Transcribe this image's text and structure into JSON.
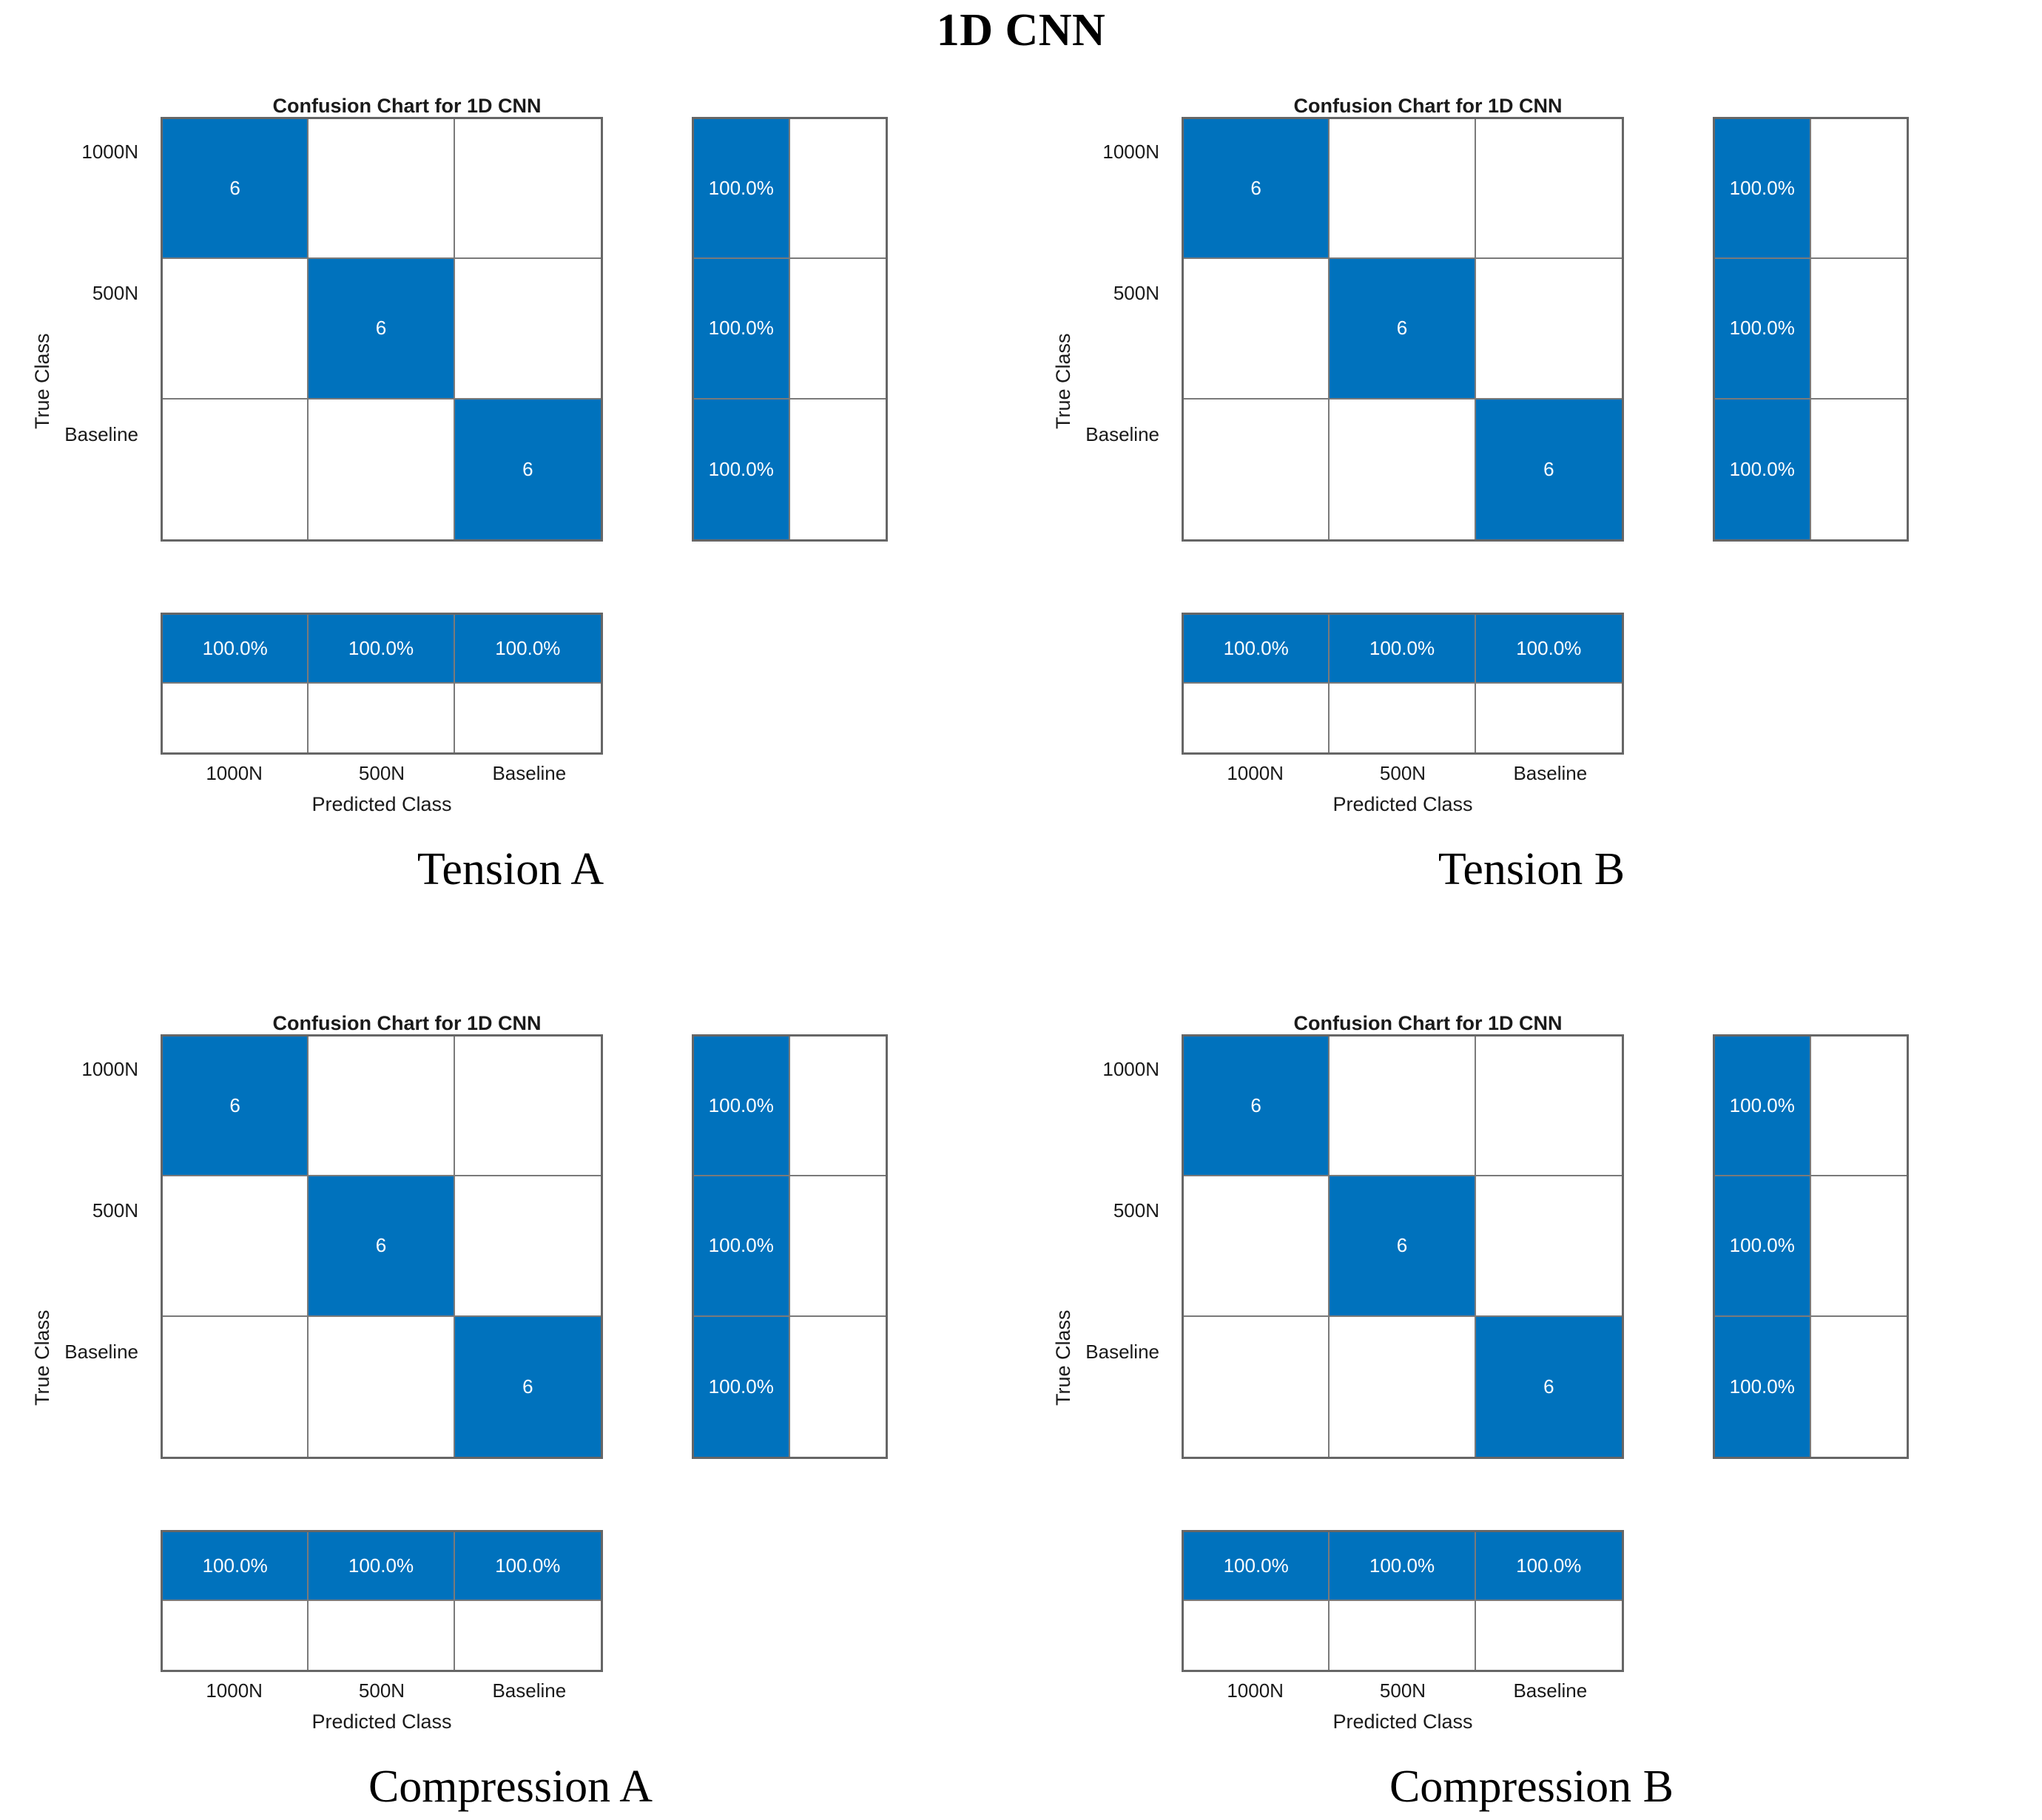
{
  "figure": {
    "title": "1D CNN",
    "background_color": "#ffffff",
    "accent_color": "#0072bd",
    "grid_line_color": "#7a7a7a",
    "outer_border_color": "#666666"
  },
  "chart_data": [
    {
      "type": "heatmap",
      "subtype": "confusion-matrix",
      "panel_caption": "Tension A",
      "title": "Confusion Chart for 1D CNN",
      "xlabel": "Predicted Class",
      "ylabel": "True Class",
      "classes": [
        "1000N",
        "500N",
        "Baseline"
      ],
      "x_tick_labels": [
        "1000N",
        "500N",
        "Baseline"
      ],
      "y_tick_labels": [
        "1000N",
        "500N",
        "Baseline"
      ],
      "matrix": [
        [
          6,
          0,
          0
        ],
        [
          0,
          6,
          0
        ],
        [
          0,
          0,
          6
        ]
      ],
      "matrix_text": [
        [
          "6",
          "",
          ""
        ],
        [
          "",
          "6",
          ""
        ],
        [
          "",
          "",
          "6"
        ]
      ],
      "recall_percent": [
        "100.0%",
        "100.0%",
        "100.0%"
      ],
      "recall_error_percent": [
        "",
        "",
        ""
      ],
      "precision_percent": [
        "100.0%",
        "100.0%",
        "100.0%"
      ],
      "precision_error_percent": [
        "",
        "",
        ""
      ],
      "total_per_class": 6,
      "overall_accuracy_percent": 100.0
    },
    {
      "type": "heatmap",
      "subtype": "confusion-matrix",
      "panel_caption": "Tension B",
      "title": "Confusion Chart for 1D CNN",
      "xlabel": "Predicted Class",
      "ylabel": "True Class",
      "classes": [
        "1000N",
        "500N",
        "Baseline"
      ],
      "x_tick_labels": [
        "1000N",
        "500N",
        "Baseline"
      ],
      "y_tick_labels": [
        "1000N",
        "500N",
        "Baseline"
      ],
      "matrix": [
        [
          6,
          0,
          0
        ],
        [
          0,
          6,
          0
        ],
        [
          0,
          0,
          6
        ]
      ],
      "matrix_text": [
        [
          "6",
          "",
          ""
        ],
        [
          "",
          "6",
          ""
        ],
        [
          "",
          "",
          "6"
        ]
      ],
      "recall_percent": [
        "100.0%",
        "100.0%",
        "100.0%"
      ],
      "recall_error_percent": [
        "",
        "",
        ""
      ],
      "precision_percent": [
        "100.0%",
        "100.0%",
        "100.0%"
      ],
      "precision_error_percent": [
        "",
        "",
        ""
      ],
      "total_per_class": 6,
      "overall_accuracy_percent": 100.0
    },
    {
      "type": "heatmap",
      "subtype": "confusion-matrix",
      "panel_caption": "Compression A",
      "title": "Confusion Chart for 1D CNN",
      "xlabel": "Predicted Class",
      "ylabel": "True Class",
      "classes": [
        "1000N",
        "500N",
        "Baseline"
      ],
      "x_tick_labels": [
        "1000N",
        "500N",
        "Baseline"
      ],
      "y_tick_labels": [
        "1000N",
        "500N",
        "Baseline"
      ],
      "matrix": [
        [
          6,
          0,
          0
        ],
        [
          0,
          6,
          0
        ],
        [
          0,
          0,
          6
        ]
      ],
      "matrix_text": [
        [
          "6",
          "",
          ""
        ],
        [
          "",
          "6",
          ""
        ],
        [
          "",
          "",
          "6"
        ]
      ],
      "recall_percent": [
        "100.0%",
        "100.0%",
        "100.0%"
      ],
      "recall_error_percent": [
        "",
        "",
        ""
      ],
      "precision_percent": [
        "100.0%",
        "100.0%",
        "100.0%"
      ],
      "precision_error_percent": [
        "",
        "",
        ""
      ],
      "total_per_class": 6,
      "overall_accuracy_percent": 100.0
    },
    {
      "type": "heatmap",
      "subtype": "confusion-matrix",
      "panel_caption": "Compression B",
      "title": "Confusion Chart for 1D CNN",
      "xlabel": "Predicted Class",
      "ylabel": "True Class",
      "classes": [
        "1000N",
        "500N",
        "Baseline"
      ],
      "x_tick_labels": [
        "1000N",
        "500N",
        "Baseline"
      ],
      "y_tick_labels": [
        "1000N",
        "500N",
        "Baseline"
      ],
      "matrix": [
        [
          6,
          0,
          0
        ],
        [
          0,
          6,
          0
        ],
        [
          0,
          0,
          6
        ]
      ],
      "matrix_text": [
        [
          "6",
          "",
          ""
        ],
        [
          "",
          "6",
          ""
        ],
        [
          "",
          "",
          "6"
        ]
      ],
      "recall_percent": [
        "100.0%",
        "100.0%",
        "100.0%"
      ],
      "recall_error_percent": [
        "",
        "",
        ""
      ],
      "precision_percent": [
        "100.0%",
        "100.0%",
        "100.0%"
      ],
      "precision_error_percent": [
        "",
        "",
        ""
      ],
      "total_per_class": 6,
      "overall_accuracy_percent": 100.0
    }
  ]
}
